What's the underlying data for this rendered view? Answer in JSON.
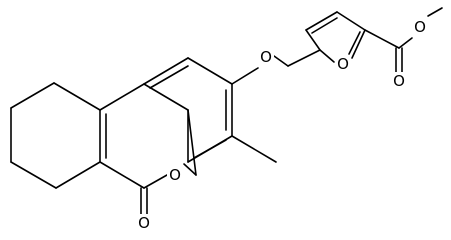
{
  "structure": {
    "atom_labels": {
      "ether_oxygen": "O",
      "furan_oxygen": "O",
      "ester_carbonyl_oxygen": "O",
      "ester_methoxy_oxygen": "O",
      "lactone_ring_oxygen": "O",
      "lactone_carbonyl_oxygen": "O"
    },
    "line_color": "#000000",
    "background_color": "#ffffff"
  }
}
